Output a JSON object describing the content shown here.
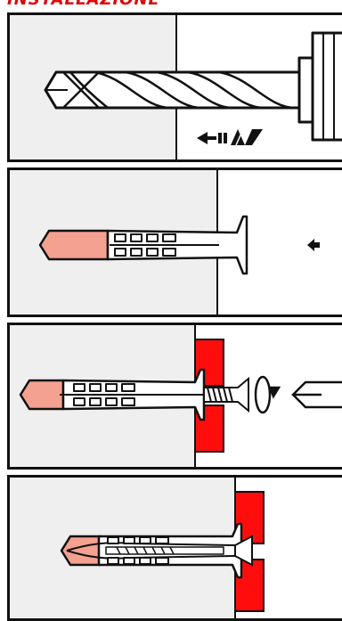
{
  "title": {
    "text": "INSTALLAZIONE",
    "color": "#e00000"
  },
  "colors": {
    "wall": "#efefef",
    "outline": "#111111",
    "anchor_tip": "#f4a190",
    "fixture": "#ff0d0d"
  },
  "steps": [
    {
      "name": "drill",
      "icons": [
        "drill-bit-icon",
        "drill-chuck-icon",
        "no-hammer-icon"
      ]
    },
    {
      "name": "insert-anchor",
      "icons": [
        "wall-plug-icon",
        "push-arrow-icon"
      ]
    },
    {
      "name": "screw-in",
      "icons": [
        "wall-plug-icon",
        "screw-icon",
        "fixture-plate-icon",
        "rotate-arrow-icon",
        "screwdriver-tip-icon"
      ]
    },
    {
      "name": "fixed",
      "icons": [
        "expanded-plug-icon",
        "screw-head-icon",
        "fixture-plate-icon"
      ]
    }
  ]
}
